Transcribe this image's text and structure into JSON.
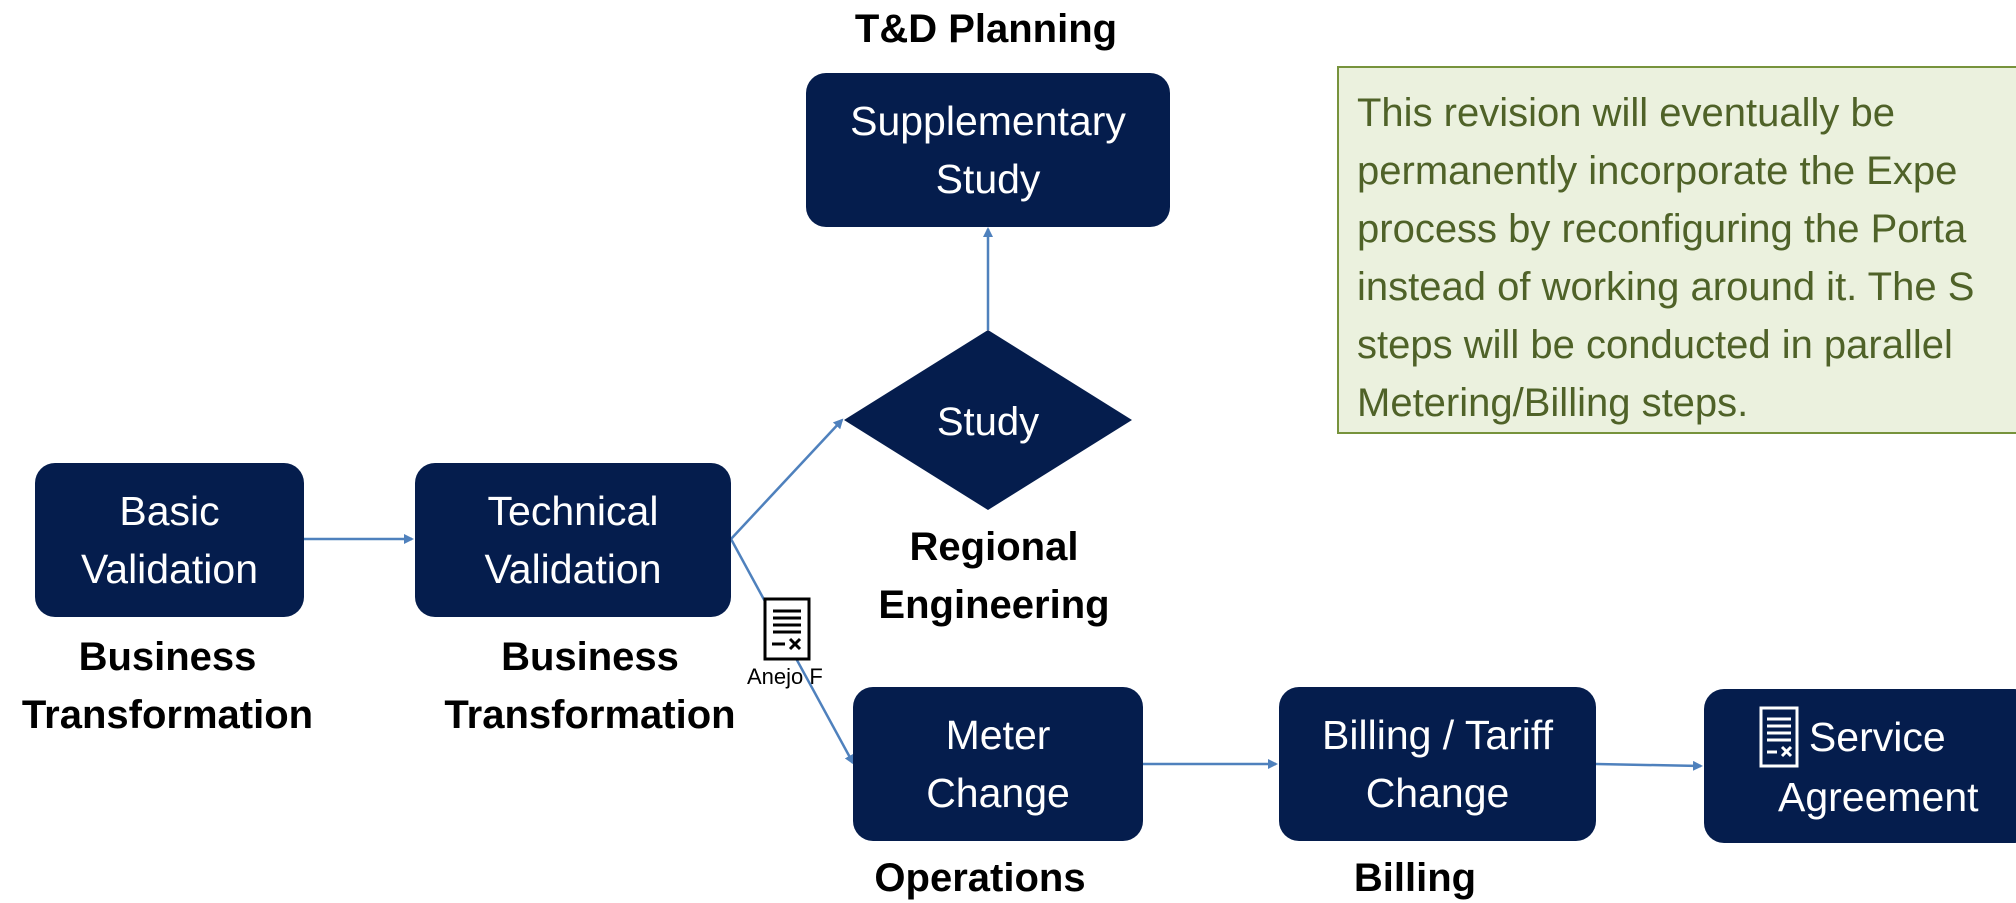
{
  "colors": {
    "box_fill": "#051d4d",
    "box_text": "#ffffff",
    "arrow": "#4f81bd",
    "note_fill": "#ebf1de",
    "note_border": "#77933c",
    "note_text": "#4f6228"
  },
  "nodes": {
    "basic_validation": {
      "label": "Basic\nValidation",
      "role": "Business\nTransformation"
    },
    "technical_validation": {
      "label": "Technical\nValidation",
      "role": "Business\nTransformation"
    },
    "study": {
      "label": "Study",
      "role": "Regional\nEngineering"
    },
    "supplementary_study": {
      "label": "Supplementary\nStudy",
      "role": "T&D Planning"
    },
    "meter_change": {
      "label": "Meter\nChange",
      "role": "Operations"
    },
    "billing_tariff_change": {
      "label": "Billing / Tariff\nChange",
      "role": "Billing"
    },
    "service_agreement": {
      "label_line1": "Service",
      "label_line2": "Agreement",
      "icon": "document-icon"
    }
  },
  "attachment": {
    "label": "Anejo F",
    "icon": "document-icon"
  },
  "note": {
    "text": "This revision will eventually be\npermanently incorporate the Expe\nprocess by reconfiguring the Porta\ninstead of working around it. The S\nsteps will be conducted in parallel\nMetering/Billing steps."
  },
  "edges": [
    {
      "from": "Basic Validation",
      "to": "Technical Validation"
    },
    {
      "from": "Technical Validation",
      "to": "Study"
    },
    {
      "from": "Study",
      "to": "Supplementary Study"
    },
    {
      "from": "Technical Validation",
      "to": "Meter Change"
    },
    {
      "from": "Meter Change",
      "to": "Billing / Tariff Change"
    },
    {
      "from": "Billing / Tariff Change",
      "to": "Service Agreement"
    }
  ]
}
